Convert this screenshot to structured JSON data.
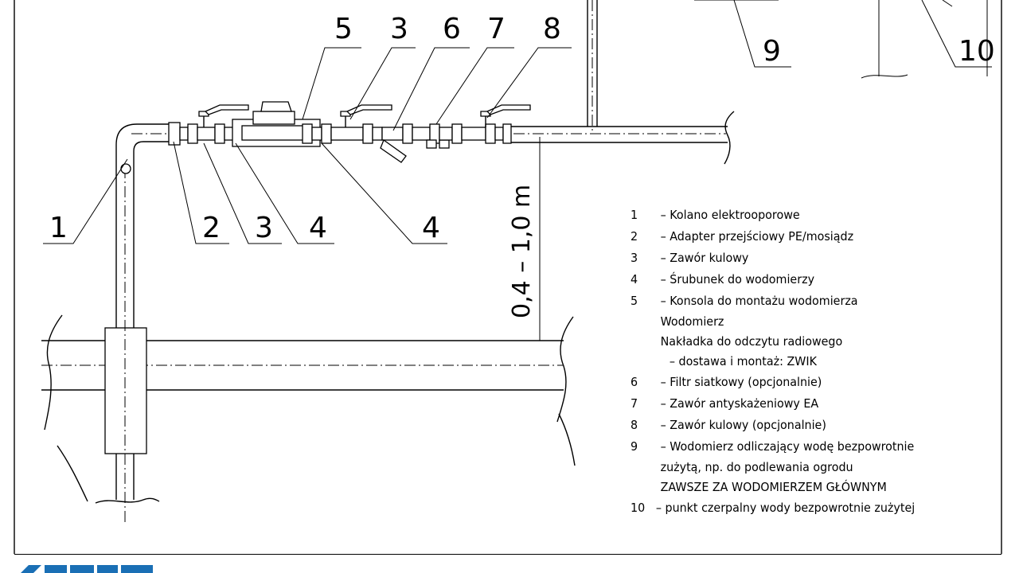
{
  "callouts": {
    "top": [
      "5",
      "3",
      "6",
      "7",
      "8"
    ],
    "bottom": [
      "1",
      "2",
      "3",
      "4",
      "4"
    ],
    "right": [
      "9",
      "10"
    ]
  },
  "dimension_label": "0,4 – 1,0 m",
  "legend": [
    {
      "num": "1",
      "text": "– Kolano elektrooporowe"
    },
    {
      "num": "2",
      "text": "– Adapter przejściowy PE/mosiądz"
    },
    {
      "num": "3",
      "text": "– Zawór kulowy"
    },
    {
      "num": "4",
      "text": "– Śrubunek do wodomierzy"
    },
    {
      "num": "5",
      "text": "– Konsola do montażu wodomierza"
    },
    {
      "num": "",
      "text": "Wodomierz"
    },
    {
      "num": "",
      "text": "Nakładka do odczytu radiowego"
    },
    {
      "num": "",
      "text": "– dostawa i montaż: ZWIK",
      "indent": true
    },
    {
      "num": "6",
      "text": "– Filtr siatkowy (opcjonalnie)"
    },
    {
      "num": "7",
      "text": "– Zawór antyskażeniowy EA"
    },
    {
      "num": "8",
      "text": "– Zawór kulowy (opcjonalnie)"
    },
    {
      "num": "9",
      "text": "– Wodomierz odliczający wodę bezpowrotnie"
    },
    {
      "num": "",
      "text": "zużytą, np. do podlewania ogrodu"
    },
    {
      "num": "",
      "text": "ZAWSZE ZA WODOMIERZEM GŁÓWNYM"
    },
    {
      "num": "10",
      "text": "– punkt czerpalny wody bezpowrotnie zużytej"
    }
  ],
  "colors": {
    "line": "#000000",
    "logo": "#1a6fb5"
  }
}
